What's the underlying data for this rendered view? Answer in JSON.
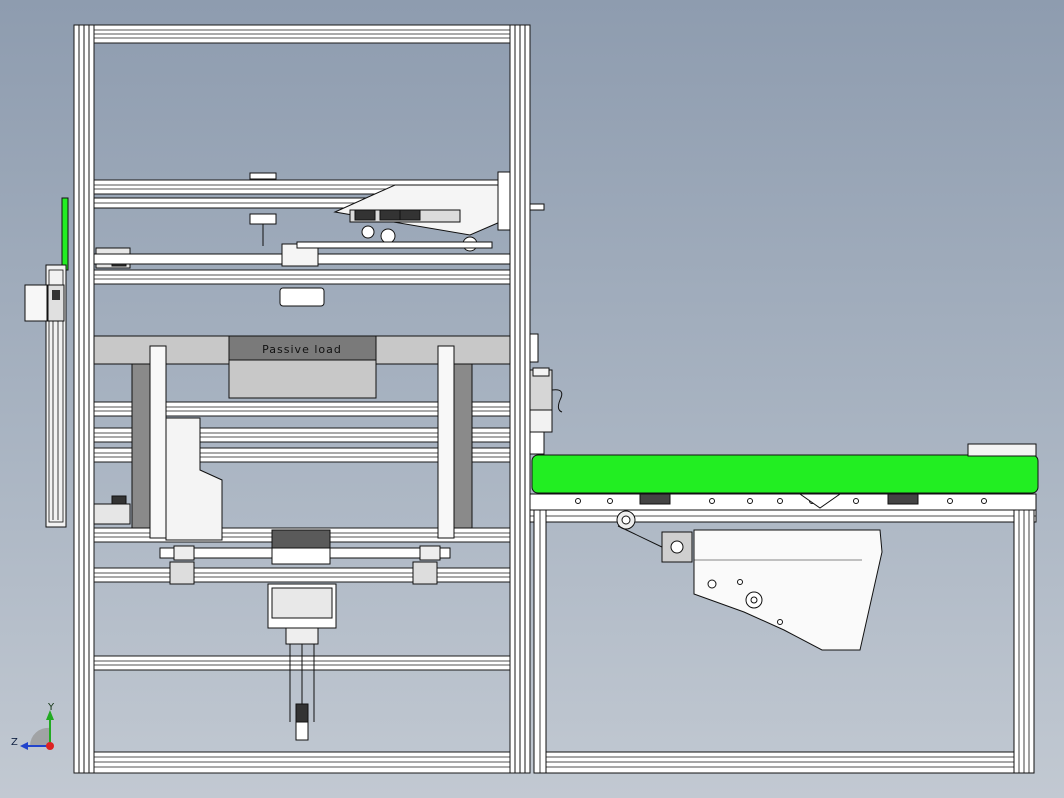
{
  "drawing": {
    "load_label": "Passive load",
    "triad": {
      "y_label": "Y",
      "z_label": "Z"
    },
    "colors": {
      "background_top": "#8e9caf",
      "background_bottom": "#c2c9d2",
      "frame_fill": "#ffffff",
      "frame_stroke": "#1a1a1a",
      "conveyor_belt": "#22ee22",
      "panel_grey": "#c8c8c8",
      "dark_block": "#6a6a6a",
      "triad_y": "#22aa22",
      "triad_z": "#2244cc",
      "triad_origin": "#dd2222"
    }
  }
}
